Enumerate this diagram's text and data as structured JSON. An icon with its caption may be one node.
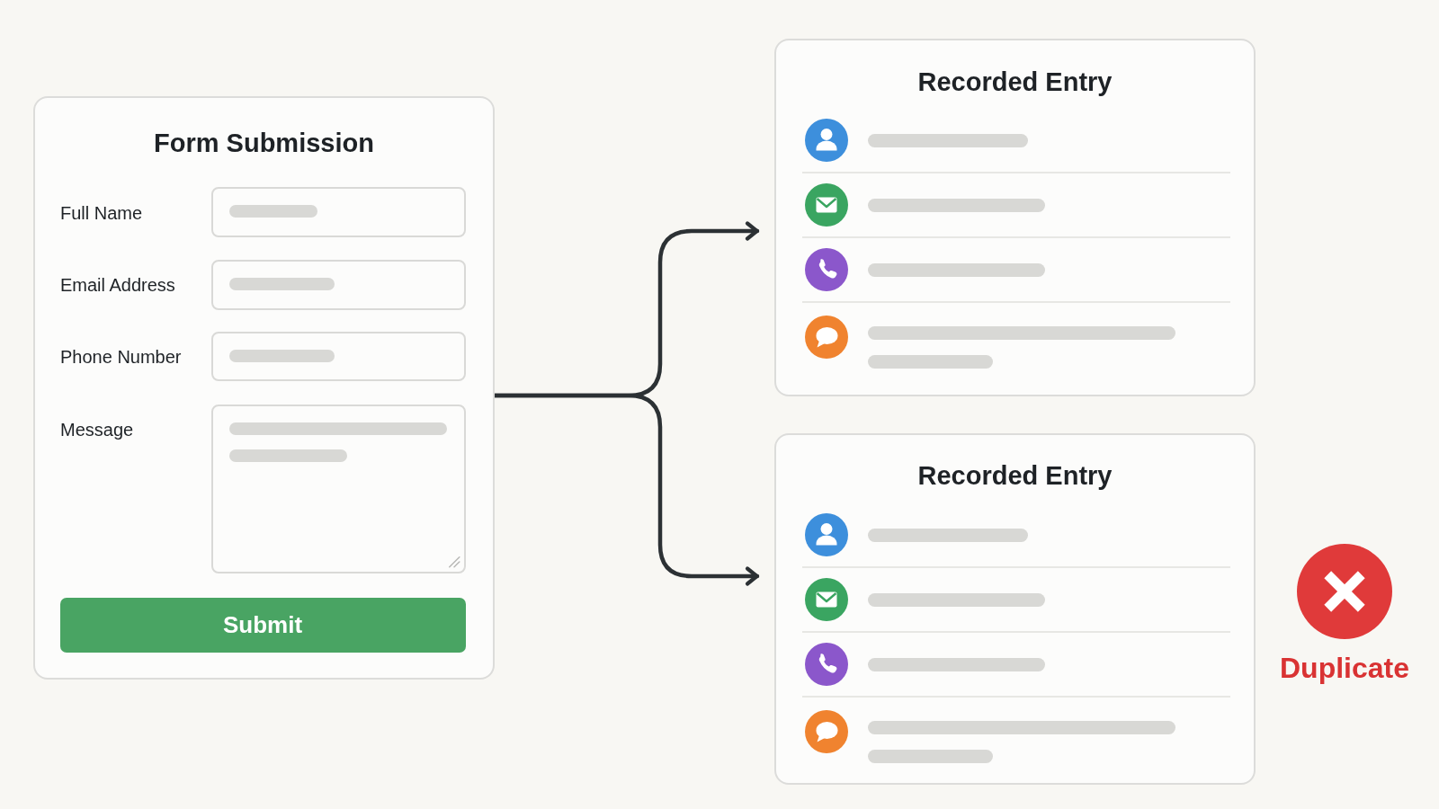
{
  "diagram": {
    "nodes": [
      {
        "text": [
          "Form Submission"
        ]
      },
      {
        "text": [
          "Submit"
        ],
        "in": 0
      },
      {
        "text": [
          "Recorded Entry"
        ]
      },
      {
        "text": [
          "Recorded Entry"
        ],
        "beside": [
          "Duplicate"
        ]
      }
    ],
    "edges": [
      {
        "from": 0,
        "to": 2,
        "arrow": "to"
      },
      {
        "from": 0,
        "to": 3,
        "arrow": "to"
      }
    ],
    "labels": [
      "Full Name",
      "Email Address",
      "Phone Number",
      "Message"
    ]
  }
}
